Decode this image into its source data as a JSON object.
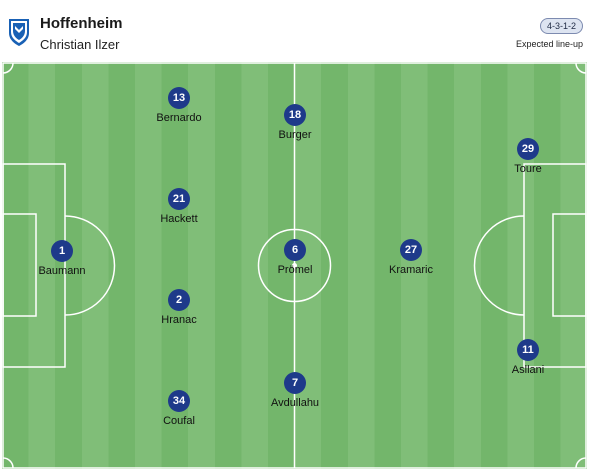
{
  "team": {
    "name": "Hoffenheim",
    "coach": "Christian Ilzer",
    "crest_icon": "hoffenheim-crest-icon"
  },
  "lineup": {
    "formation": "4-3-1-2",
    "status": "Expected line-up"
  },
  "colors": {
    "pitch_stripe_dark": "#73b66b",
    "pitch_stripe_light": "#80be78",
    "player_disc": "#1e3a8a",
    "badge_bg": "#dde4f1"
  },
  "players": [
    {
      "number": "1",
      "name": "Baumann"
    },
    {
      "number": "13",
      "name": "Bernardo"
    },
    {
      "number": "21",
      "name": "Hackett"
    },
    {
      "number": "2",
      "name": "Hranac"
    },
    {
      "number": "34",
      "name": "Coufal"
    },
    {
      "number": "18",
      "name": "Burger"
    },
    {
      "number": "6",
      "name": "Prömel"
    },
    {
      "number": "7",
      "name": "Avdullahu"
    },
    {
      "number": "27",
      "name": "Kramaric"
    },
    {
      "number": "29",
      "name": "Toure"
    },
    {
      "number": "11",
      "name": "Asllani"
    }
  ]
}
